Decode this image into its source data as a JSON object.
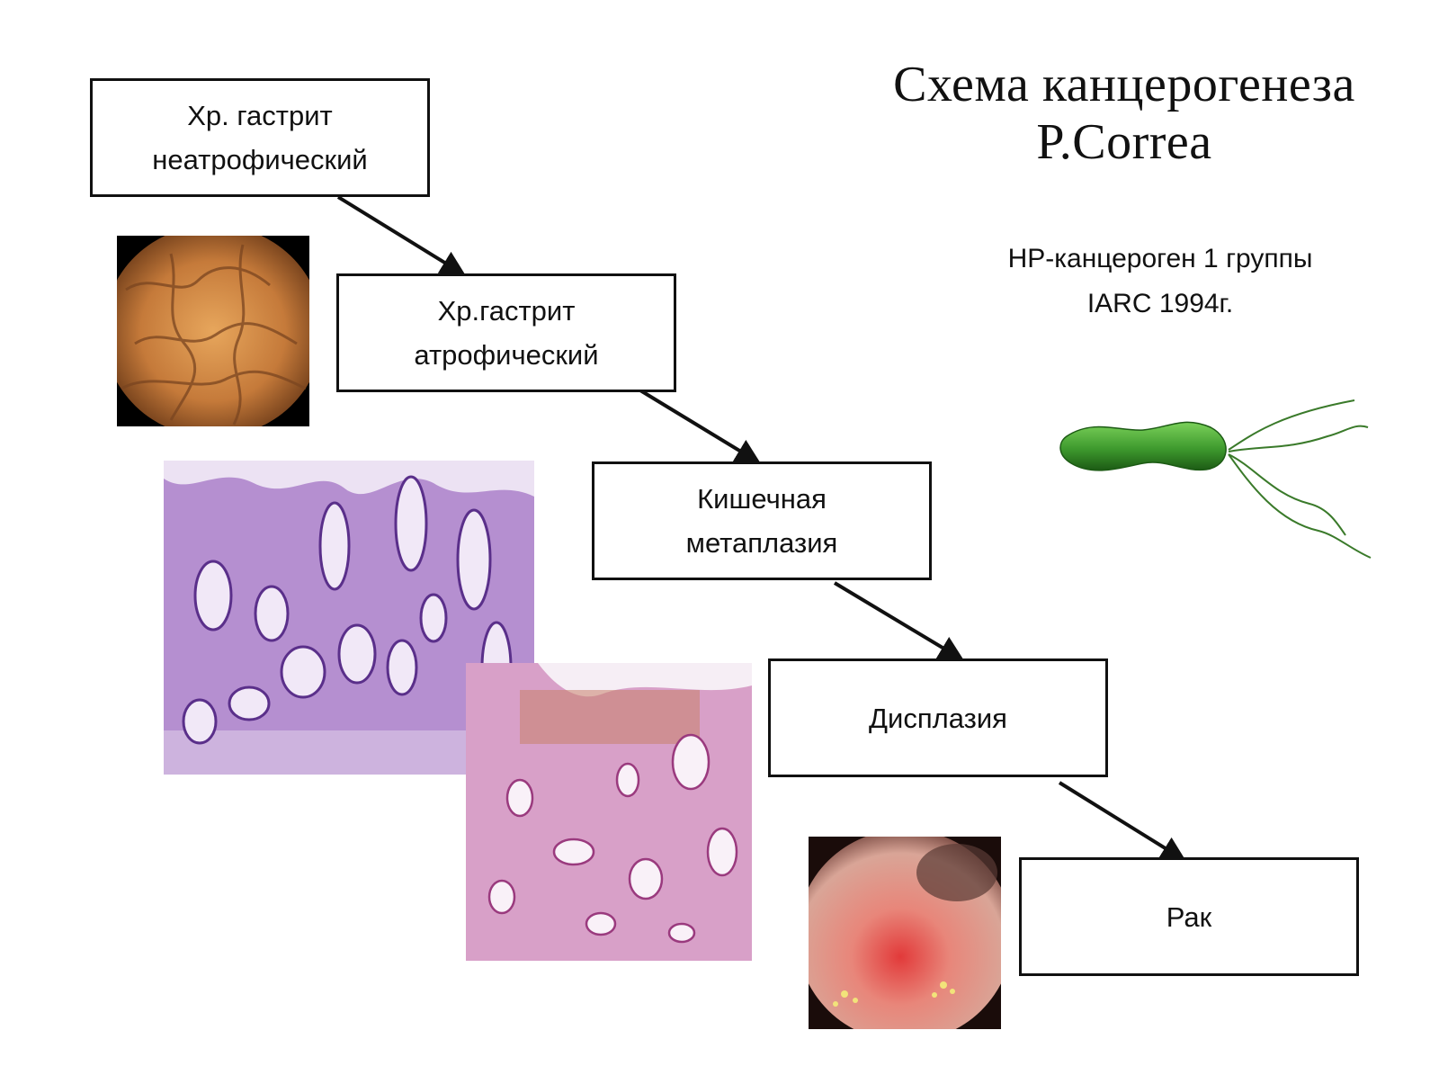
{
  "title": {
    "line1": "Схема канцерогенеза",
    "line2": "P.Correa"
  },
  "note": {
    "line1": "HP-канцероген  1 группы",
    "line2": "IARC 1994г."
  },
  "stages": [
    {
      "line1": "Хр. гастрит",
      "line2": "неатрофический"
    },
    {
      "line1": "Хр.гастрит",
      "line2": "атрофический"
    },
    {
      "line1": "Кишечная",
      "line2": "метаплазия"
    },
    {
      "line1": "Дисплазия",
      "line2": ""
    },
    {
      "line1": "Рак",
      "line2": ""
    }
  ],
  "images": [
    "endoscopy-image-gastritis",
    "histology-image-intestinal-metaplasia",
    "histology-image-dysplasia",
    "endoscopy-image-cancer",
    "helicobacter-pylori-illustration"
  ],
  "colors": {
    "box_border": "#111111",
    "arrow": "#111111",
    "bacterium": "#3e9a2e"
  }
}
